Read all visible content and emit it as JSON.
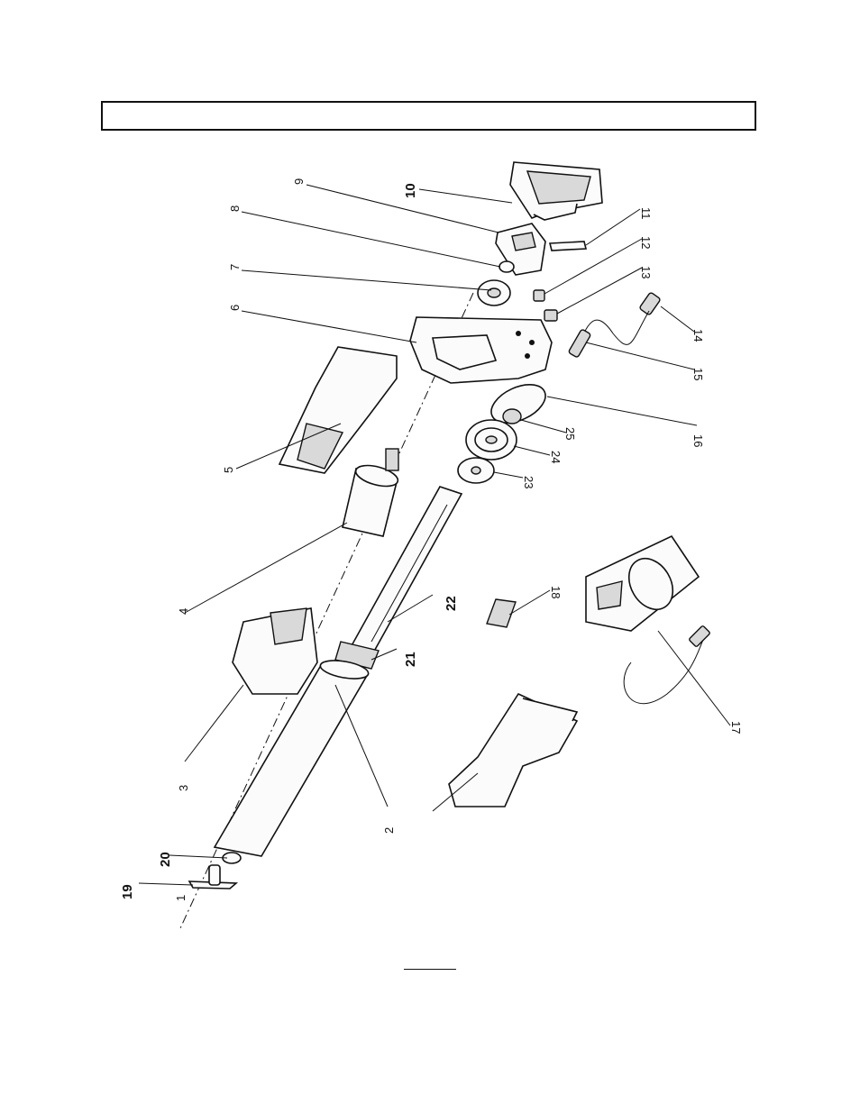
{
  "header": {
    "title": ""
  },
  "labels": {
    "p1": "1",
    "p2": "2",
    "p3": "3",
    "p4": "4",
    "p5": "5",
    "p6": "6",
    "p7": "7",
    "p8": "8",
    "p9": "9",
    "p10": "10",
    "p11": "11",
    "p12": "12",
    "p13": "13",
    "p14": "14",
    "p15": "15",
    "p16": "16",
    "p17": "17",
    "p18": "18",
    "p19": "19",
    "p20": "20",
    "p21": "21",
    "p22": "22",
    "p23": "23",
    "p24": "24",
    "p25": "25"
  }
}
